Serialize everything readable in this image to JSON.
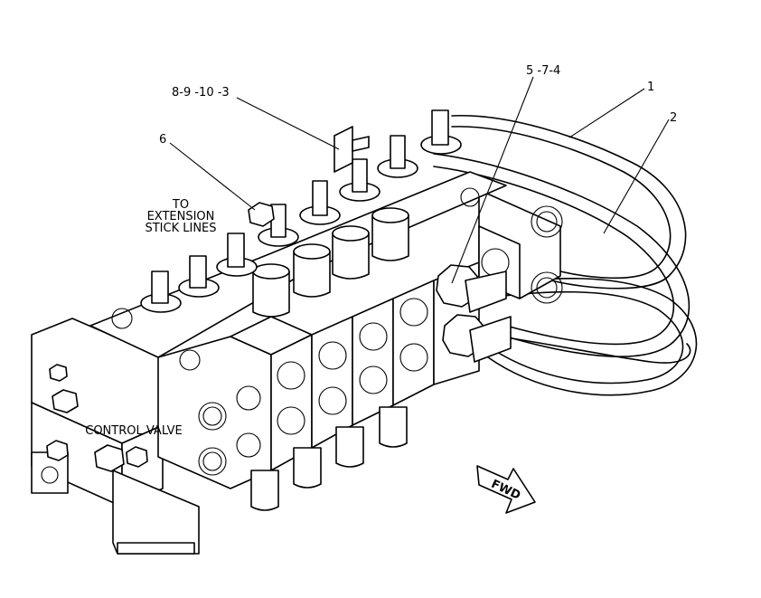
{
  "callouts": {
    "c1": "1",
    "c2": "2",
    "c574": "5 -7-4",
    "c89103": "8-9 -10 -3",
    "c6": "6"
  },
  "notes": {
    "to": "TO",
    "extension": "EXTENSION",
    "stick_lines": "STICK LINES",
    "control_valve": "CONTROL VALVE",
    "fwd": "FWD"
  }
}
